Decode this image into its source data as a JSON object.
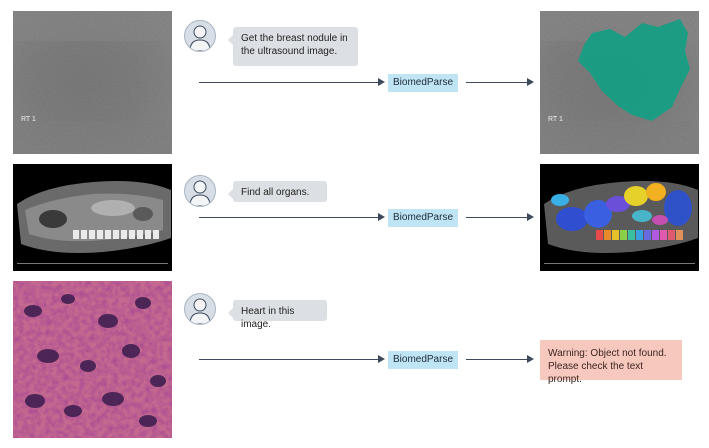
{
  "tool_label": "BiomedParse",
  "rows": [
    {
      "prompt_lines": [
        "Get the breast nodule in",
        "the ultrasound image."
      ],
      "image_label": "RT 1",
      "output_label": "RT 1"
    },
    {
      "prompt_lines": [
        "Find all organs."
      ]
    },
    {
      "prompt_lines": [
        "Heart in this image."
      ],
      "warning_lines": [
        "Warning: Object not found.",
        "Please check the text prompt."
      ]
    }
  ],
  "colors": {
    "arrow": "#3c4a5c",
    "tool_box": "#bfe4f4",
    "bubble": "#dcdfe3",
    "warning_box": "#f7c8bd",
    "segmentation_mask": "#14a083"
  },
  "icons": [
    "user-avatar-icon",
    "right-arrow-icon"
  ]
}
